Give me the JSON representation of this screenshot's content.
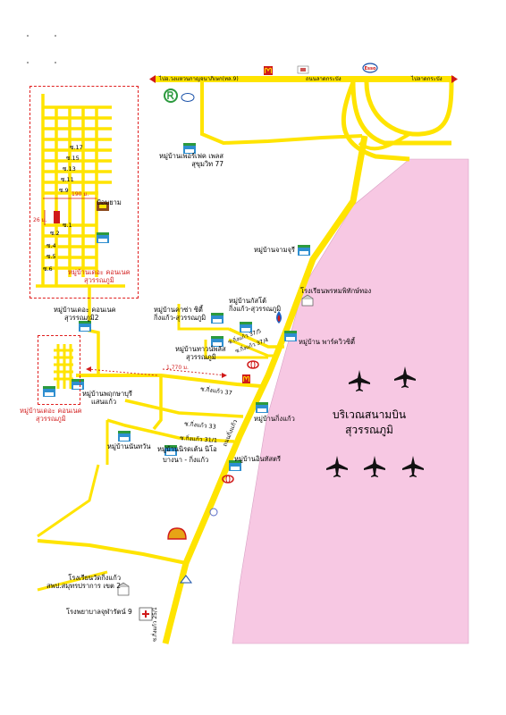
{
  "roads": {
    "top_left": "ไปอ.วงแหวนกาญจนาภิเษก(ทล.9)",
    "top_mid": "ถนนลาดกระบัง",
    "top_right": "ไปลาดกระบัง",
    "kingkaew_vertical": "ถนนกิ่งแก้ว",
    "soi_37": "ซ.กิ่งแก้ว 37",
    "soi_33": "ซ.กิ่งแก้ว 33",
    "soi_31_1": "ซ.กิ่งแก้ว 31/1",
    "soi_37_5": "ซ.กิ่งแก้ว 37/5",
    "soi_37_4": "ซ.กิ่งแก้ว 37/4",
    "soi_bottom_vertical": "ซ.กิ่งแก้ว 25/1"
  },
  "distances": {
    "d190": "190 ม.",
    "d26": "26 ม.",
    "d1770": "1,770 ม."
  },
  "sois": [
    "ซ.17",
    "ซ.15",
    "ซ.13",
    "ซ.11",
    "ซ.9",
    "ซ.1",
    "ซ.2",
    "ซ.4",
    "ซ.5",
    "ซ.6"
  ],
  "places": {
    "ponyam": "ป้อมยาม",
    "perfect_place_1": "หมู่บ้านเพอร์เฟค เพลส",
    "perfect_place_2": "สุขุมวิท 77",
    "jamjuree": "หมู่บ้านจามจุรี",
    "school_1": "โรงเรียนพรหมพิทักษ์ทอง",
    "kasettai_1": "หมู่บ้านกัสโต้",
    "kasettai_2": "กิ่งแก้ว-สุวรรณภูมิ",
    "casa_1": "หมู่บ้านคาซ่า ซิตี้",
    "casa_2": "กิ่งแก้ว-สุวรรณภูมิ",
    "park_city": "หมู่บ้าน พาร์ควิวซิตี้",
    "town_plus_1": "หมู่บ้านทาวน์พลัส",
    "town_plus_2": "สุวรรณภูมิ",
    "the_connect_1_a": "หมู่บ้านเดอะ คอนเนค",
    "the_connect_1_b": "สุวรรณภูมิ",
    "the_connect_2_a": "หมู่บ้านเดอะ คอนเนค",
    "the_connect_2_b": "สุวรรณภูมิ2",
    "the_connect_3_a": "หมู่บ้านเดอะ คอนเนค",
    "the_connect_3_b": "สุวรรณภูมิ",
    "pruksa_1": "หมู่บ้านพฤกษาบุรี",
    "pruksa_2": "แสนแก้ว",
    "kingkaew_vil": "หมู่บ้านกิ่งแก้ว",
    "nanthawan": "หมู่บ้านนันทวัน",
    "nirvana_1": "หมู่บ้านนิรดเต้น นิโอ",
    "nirvana_2": "บางนา - กิ่งแก้ว",
    "golden": "หมู่บ้านอินทัสตรี",
    "airport_1": "บริเวณสนามบิน",
    "airport_2": "สุวรรณภูมิ",
    "temple_school_1": "โรงเรียนวัดกิ่งแก้ว",
    "temple_school_2": "สพป.สมุทรปราการ เขต 2",
    "hospital": "โรงพยาบาลจุฬารัตน์ 9"
  },
  "brands": {
    "esso": "Esso",
    "shell_color": "#e7a416"
  },
  "colors": {
    "road": "#ffe400",
    "airport": "#f7c8e3",
    "dash": "#e02020",
    "arrow": "#d01a1a",
    "village_icon": "#2f8fd0"
  },
  "icons": [
    "village-icon",
    "mcdonalds-icon",
    "esso-icon",
    "shell-icon",
    "ptt-icon",
    "toyota-icon",
    "airplane-icon",
    "school-icon",
    "hospital-icon",
    "guard-post-icon",
    "pin-icon"
  ]
}
